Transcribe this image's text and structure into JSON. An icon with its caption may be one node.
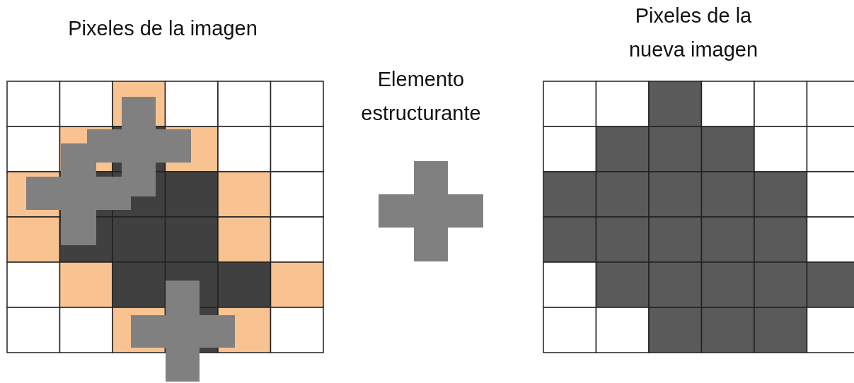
{
  "diagram": {
    "nodes": [
      {
        "text": [
          "Pixeles de la imagen"
        ]
      },
      {
        "text": [
          "Elemento estructurante"
        ]
      },
      {
        "text": [
          "Pixeles de la nueva imagen"
        ]
      }
    ]
  }
}
